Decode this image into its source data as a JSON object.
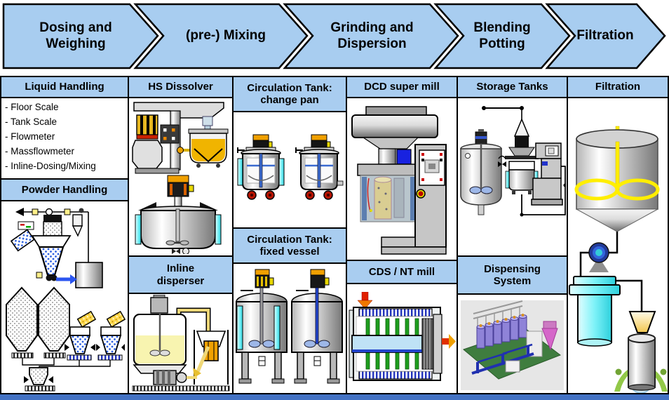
{
  "process_steps": [
    {
      "label": "Dosing and\nWeighing"
    },
    {
      "label": "(pre-) Mixing"
    },
    {
      "label": "Grinding and\nDispersion"
    },
    {
      "label": "Blending\nPotting"
    },
    {
      "label": "Filtration"
    }
  ],
  "columns": {
    "liquid": {
      "header": "Liquid Handling",
      "items": [
        "- Floor Scale",
        "- Tank Scale",
        "- Flowmeter",
        "- Massflowmeter",
        "- Inline-Dosing/Mixing"
      ],
      "powder_header": "Powder Handling"
    },
    "dissolver": {
      "header": "HS Dissolver",
      "sub_header": "Inline\ndisperser"
    },
    "circulation": {
      "header": "Circulation Tank:\nchange pan",
      "sub_header": "Circulation Tank:\nfixed vessel"
    },
    "milling": {
      "header": "DCD super mill",
      "sub_header": "CDS / NT mill"
    },
    "storage": {
      "header": "Storage Tanks",
      "sub_header": "Dispensing\nSystem"
    },
    "filtration": {
      "header": "Filtration"
    }
  },
  "colors": {
    "chevron_blue": "#a8cdf0",
    "header_blue": "#a9cdf0",
    "border_black": "#000000",
    "motor_orange": "#f0a000",
    "agitator_yellow": "#ffee00",
    "pump_blue": "#2a3f9e",
    "filter_cyan": "#7df2f8",
    "floor_green": "#3f7d3f",
    "footer_blue": "#4372c4"
  }
}
